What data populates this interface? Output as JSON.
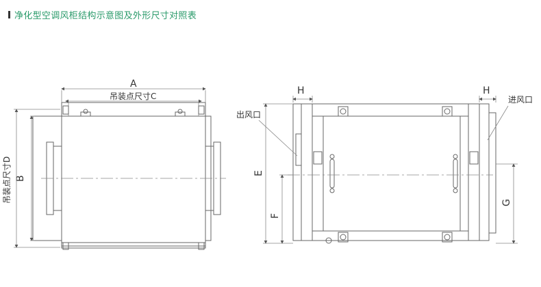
{
  "title": "净化型空调风柜结构示意图及外形尺寸对照表",
  "left_view": {
    "label_a": "A",
    "label_c": "吊装点尺寸C",
    "label_b": "B",
    "label_d": "吊装点尺寸D"
  },
  "right_view": {
    "label_h_left": "H",
    "label_h_right": "H",
    "label_outlet": "出风口",
    "label_inlet": "进风口",
    "label_e": "E",
    "label_f": "F",
    "label_g": "G"
  }
}
